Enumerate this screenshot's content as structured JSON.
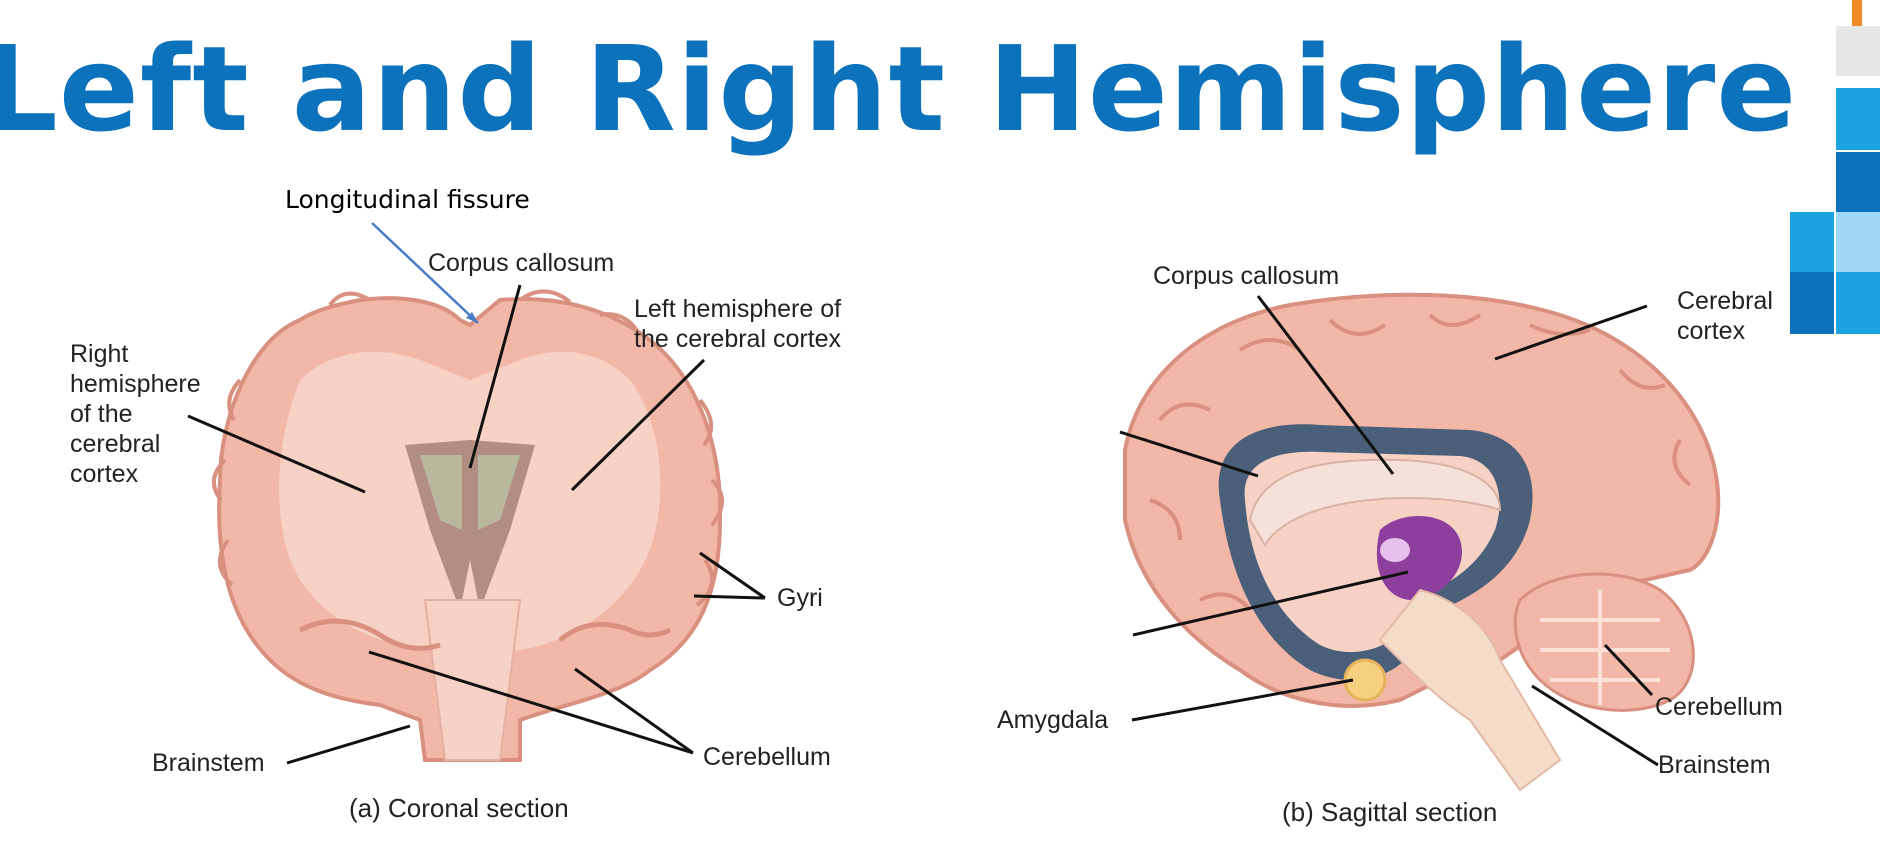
{
  "slide": {
    "title": "Left and Right Hemisphere",
    "accent_colors": [
      "#0b72bb",
      "#1aa3e0",
      "#9fd8f5",
      "#e6e6e6",
      "#f08a24"
    ]
  },
  "coronal": {
    "caption": "(a) Coronal section",
    "labels": {
      "longitudinal_fissure": "Longitudinal fissure",
      "corpus_callosum": "Corpus callosum",
      "left_hemisphere": "Left hemisphere of the cerebral cortex",
      "right_hemisphere": "Right hemisphere of the cerebral cortex",
      "gyri": "Gyri",
      "brainstem": "Brainstem",
      "cerebellum": "Cerebellum"
    }
  },
  "sagittal": {
    "caption": "(b) Sagittal section",
    "labels": {
      "corpus_callosum": "Corpus callosum",
      "cerebral_cortex": "Cerebral cortex",
      "amygdala": "Amygdala",
      "cerebellum": "Cerebellum",
      "brainstem": "Brainstem"
    }
  }
}
